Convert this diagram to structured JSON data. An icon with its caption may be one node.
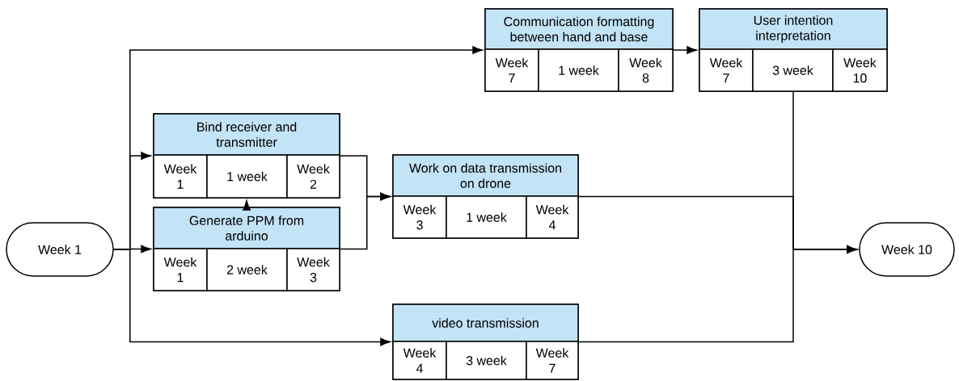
{
  "diagram": {
    "nodes": [
      {
        "text": [
          "Week 1"
        ]
      },
      {
        "text": [
          "Communication formatting between hand and base"
        ]
      },
      {
        "text": [
          "Week 7"
        ],
        "in": 1
      },
      {
        "text": [
          "1 week"
        ],
        "in": 1
      },
      {
        "text": [
          "Week 8"
        ],
        "in": 1
      },
      {
        "text": [
          "User intention interpretation"
        ]
      },
      {
        "text": [
          "Week 7"
        ],
        "in": 5
      },
      {
        "text": [
          "3 week"
        ],
        "in": 5
      },
      {
        "text": [
          "Week 10"
        ],
        "in": 5
      },
      {
        "text": [
          "Bind receiver and transmitter"
        ]
      },
      {
        "text": [
          "Week 1"
        ],
        "in": 9
      },
      {
        "text": [
          "1 week"
        ],
        "in": 9
      },
      {
        "text": [
          "Week 2"
        ],
        "in": 9
      },
      {
        "text": [
          "Generate PPM from arduino"
        ]
      },
      {
        "text": [
          "Week 1"
        ],
        "in": 13
      },
      {
        "text": [
          "2 week"
        ],
        "in": 13
      },
      {
        "text": [
          "Week 3"
        ],
        "in": 13
      },
      {
        "text": [
          "Work on data transmission on drone"
        ]
      },
      {
        "text": [
          "Week 3"
        ],
        "in": 17
      },
      {
        "text": [
          "1 week"
        ],
        "in": 17
      },
      {
        "text": [
          "Week 4"
        ],
        "in": 17
      },
      {
        "text": [
          "video transmission"
        ]
      },
      {
        "text": [
          "Week 4"
        ],
        "in": 21
      },
      {
        "text": [
          "3 week"
        ],
        "in": 21
      },
      {
        "text": [
          "Week 7"
        ],
        "in": 21
      },
      {
        "text": [
          "Week 10"
        ]
      }
    ],
    "edges": [
      {
        "from": 0,
        "to": 1,
        "arrow": "to"
      },
      {
        "from": 0,
        "to": 9,
        "arrow": "to"
      },
      {
        "from": 0,
        "to": 13,
        "arrow": "to"
      },
      {
        "from": 0,
        "to": 21,
        "arrow": "to"
      },
      {
        "from": 1,
        "to": 5,
        "arrow": "to"
      },
      {
        "from": 13,
        "to": 9,
        "arrow": "to"
      },
      {
        "from": 9,
        "to": 17,
        "arrow": "to"
      },
      {
        "from": 13,
        "to": 17,
        "arrow": "to"
      },
      {
        "from": 5,
        "to": 25,
        "arrow": "to"
      },
      {
        "from": 17,
        "to": 25,
        "arrow": "to"
      },
      {
        "from": 21,
        "to": 25,
        "arrow": "to"
      }
    ]
  }
}
